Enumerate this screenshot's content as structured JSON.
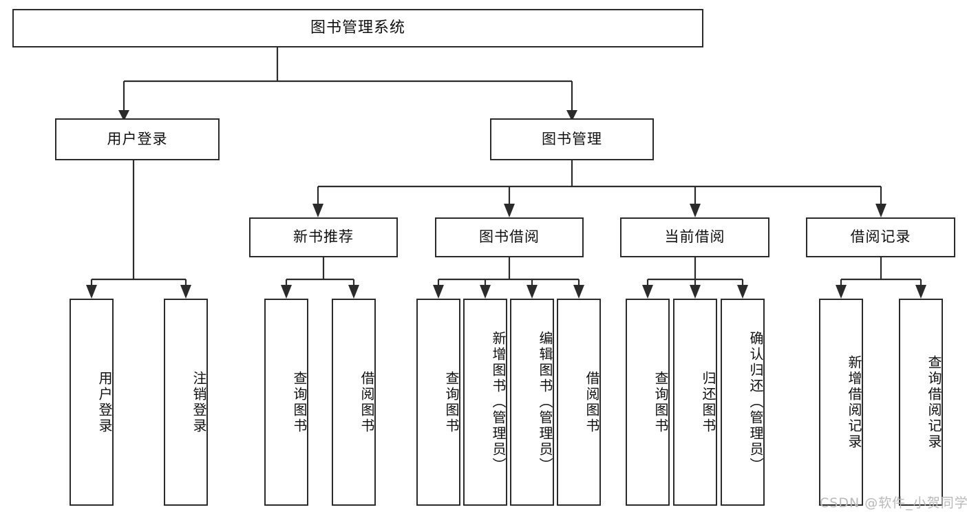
{
  "diagram": {
    "title": "图书管理系统",
    "type": "tree",
    "orientation": "top-down",
    "colors": {
      "box_border": "#2b2b2b",
      "box_fill": "#ffffff",
      "connector": "#2b2b2b",
      "text": "#101010",
      "watermark": "#b9b9b9",
      "background": "#ffffff"
    },
    "root": {
      "label": "图书管理系统"
    },
    "level2": [
      {
        "id": "user-login",
        "label": "用户登录"
      },
      {
        "id": "book-manage",
        "label": "图书管理"
      }
    ],
    "level3": [
      {
        "id": "new-book-recommend",
        "label": "新书推荐",
        "parent": "book-manage"
      },
      {
        "id": "book-borrow",
        "label": "图书借阅",
        "parent": "book-manage"
      },
      {
        "id": "current-borrow",
        "label": "当前借阅",
        "parent": "book-manage"
      },
      {
        "id": "borrow-record",
        "label": "借阅记录",
        "parent": "book-manage"
      }
    ],
    "leaves": {
      "user-login": [
        {
          "id": "leaf-user-login",
          "label": "用户登录"
        },
        {
          "id": "leaf-user-logout",
          "label": "注销登录"
        }
      ],
      "new-book-recommend": [
        {
          "id": "leaf-nb-query",
          "label": "查询图书"
        },
        {
          "id": "leaf-nb-borrow",
          "label": "借阅图书"
        }
      ],
      "book-borrow": [
        {
          "id": "leaf-bb-query",
          "label": "查询图书"
        },
        {
          "id": "leaf-bb-add",
          "label": "新增图书（管理员）"
        },
        {
          "id": "leaf-bb-edit",
          "label": "编辑图书（管理员）"
        },
        {
          "id": "leaf-bb-borrow",
          "label": "借阅图书"
        }
      ],
      "current-borrow": [
        {
          "id": "leaf-cb-query",
          "label": "查询图书"
        },
        {
          "id": "leaf-cb-return",
          "label": "归还图书"
        },
        {
          "id": "leaf-cb-confirm",
          "label": "确认归还（管理员）"
        }
      ],
      "borrow-record": [
        {
          "id": "leaf-br-add",
          "label": "新增借阅记录"
        },
        {
          "id": "leaf-br-query",
          "label": "查询借阅记录"
        }
      ]
    }
  },
  "watermark": {
    "text": "CSDN @软件_小贺同学"
  }
}
